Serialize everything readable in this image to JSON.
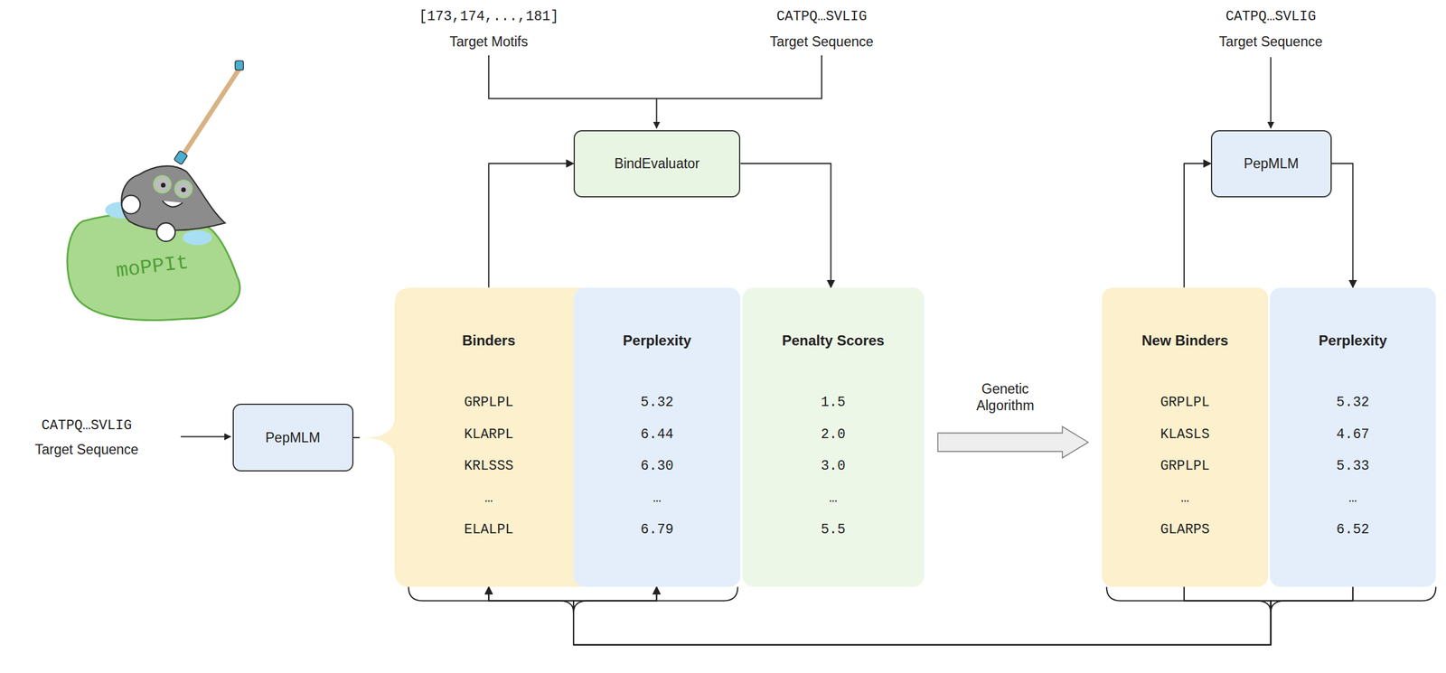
{
  "diagram": {
    "nodes": [
      {
        "text": [
          "PepMLM"
        ]
      },
      {
        "text": [
          "BindEvaluator"
        ]
      },
      {
        "text": [
          "PepMLM"
        ]
      },
      {
        "text": [
          "Binders",
          "GRPLPL",
          "KLARPL",
          "KRLSSS",
          "…",
          "ELALPL"
        ]
      },
      {
        "text": [
          "Perplexity",
          "5.32",
          "6.44",
          "6.30",
          "…",
          "6.79"
        ]
      },
      {
        "text": [
          "Penalty Scores",
          "1.5",
          "2.0",
          "3.0",
          "…",
          "5.5"
        ]
      },
      {
        "text": [
          "New Binders",
          "GRPLPL",
          "KLASLS",
          "GRPLPL",
          "…",
          "GLARPS"
        ]
      },
      {
        "text": [
          "Perplexity",
          "5.32",
          "4.67",
          "5.33",
          "…",
          "6.52"
        ]
      }
    ],
    "edges": [
      {
        "from": 0,
        "to": 3,
        "arrow": "none"
      },
      {
        "from": 3,
        "to": 1,
        "arrow": "to"
      },
      {
        "from": 1,
        "to": 5,
        "arrow": "to"
      },
      {
        "from": 5,
        "to": 6,
        "label": "Genetic Algorithm",
        "arrow": "to"
      },
      {
        "from": 6,
        "to": 2,
        "arrow": "to"
      },
      {
        "from": 2,
        "to": 7,
        "arrow": "to"
      },
      {
        "from": 6,
        "to": 3,
        "arrow": "to"
      },
      {
        "from": 6,
        "to": 4,
        "arrow": "to"
      },
      {
        "from": 7,
        "to": 3,
        "arrow": "to"
      },
      {
        "from": 7,
        "to": 4,
        "arrow": "to"
      }
    ],
    "labels": [
      "[173,174,...,181]",
      "Target Motifs",
      "CATPQ…SVLIG",
      "Target Sequence",
      "CATPQ…SVLIG",
      "Target Sequence",
      "CATPQ…SVLIG",
      "Target Sequence",
      "moPPIt"
    ]
  }
}
